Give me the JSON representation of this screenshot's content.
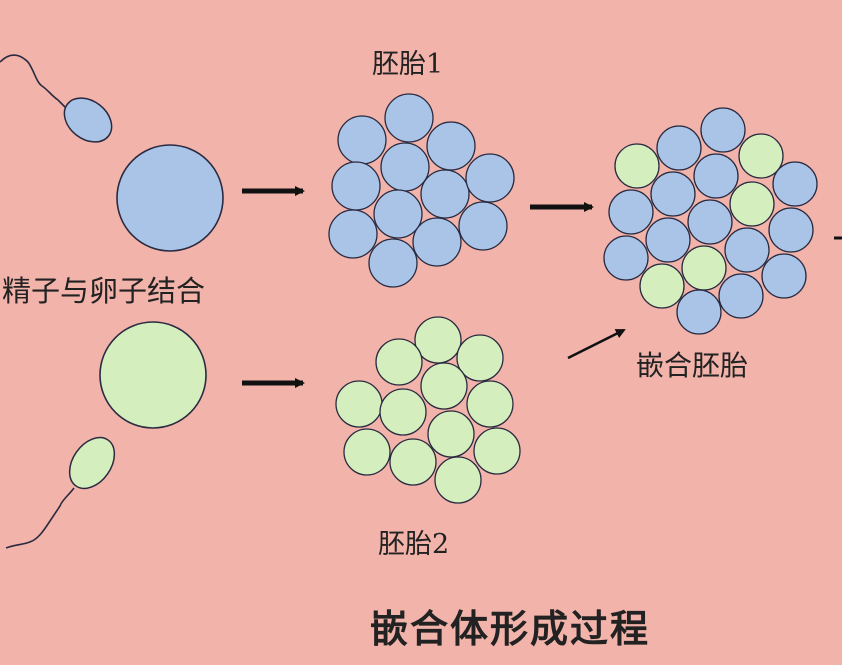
{
  "colors": {
    "background": "#f2b3aa",
    "blue_cell": "#a9c4e6",
    "green_cell": "#d4eebd",
    "outline": "#2a2a40",
    "arrow": "#111111"
  },
  "labels": {
    "embryo1": "胚胎1",
    "fertilization": "精子与卵子结合",
    "chimera": "嵌合胚胎",
    "embryo2": "胚胎2",
    "title": "嵌合体形成过程"
  },
  "embryos": {
    "embryo1_color": "blue",
    "embryo2_color": "green",
    "chimera_colors": [
      "blue",
      "green"
    ]
  }
}
